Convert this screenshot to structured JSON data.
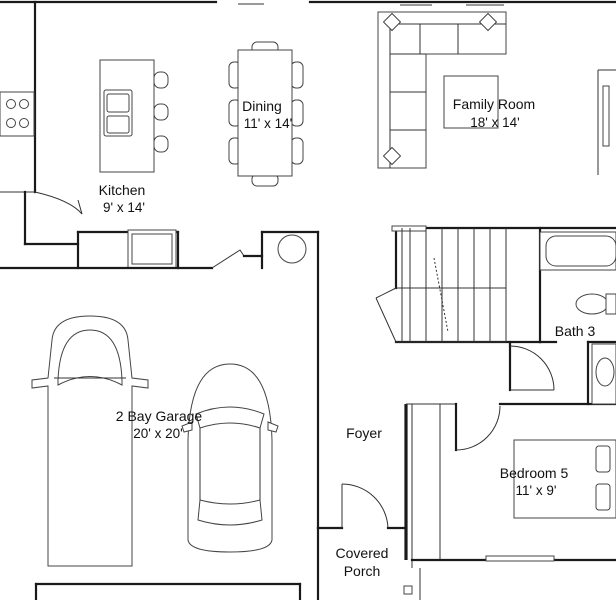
{
  "rooms": {
    "dining": {
      "name": "Dining",
      "size": "11' x 14'"
    },
    "family_room": {
      "name": "Family Room",
      "size": "18' x 14'"
    },
    "kitchen": {
      "name": "Kitchen",
      "size": "9' x 14'"
    },
    "garage": {
      "name": "2 Bay Garage",
      "size": "20' x 20'"
    },
    "foyer": {
      "name": "Foyer"
    },
    "bath3": {
      "name": "Bath 3"
    },
    "bedroom5": {
      "name": "Bedroom 5",
      "size": "11' x 9'"
    },
    "covered_porch": {
      "line1": "Covered",
      "line2": "Porch"
    }
  }
}
